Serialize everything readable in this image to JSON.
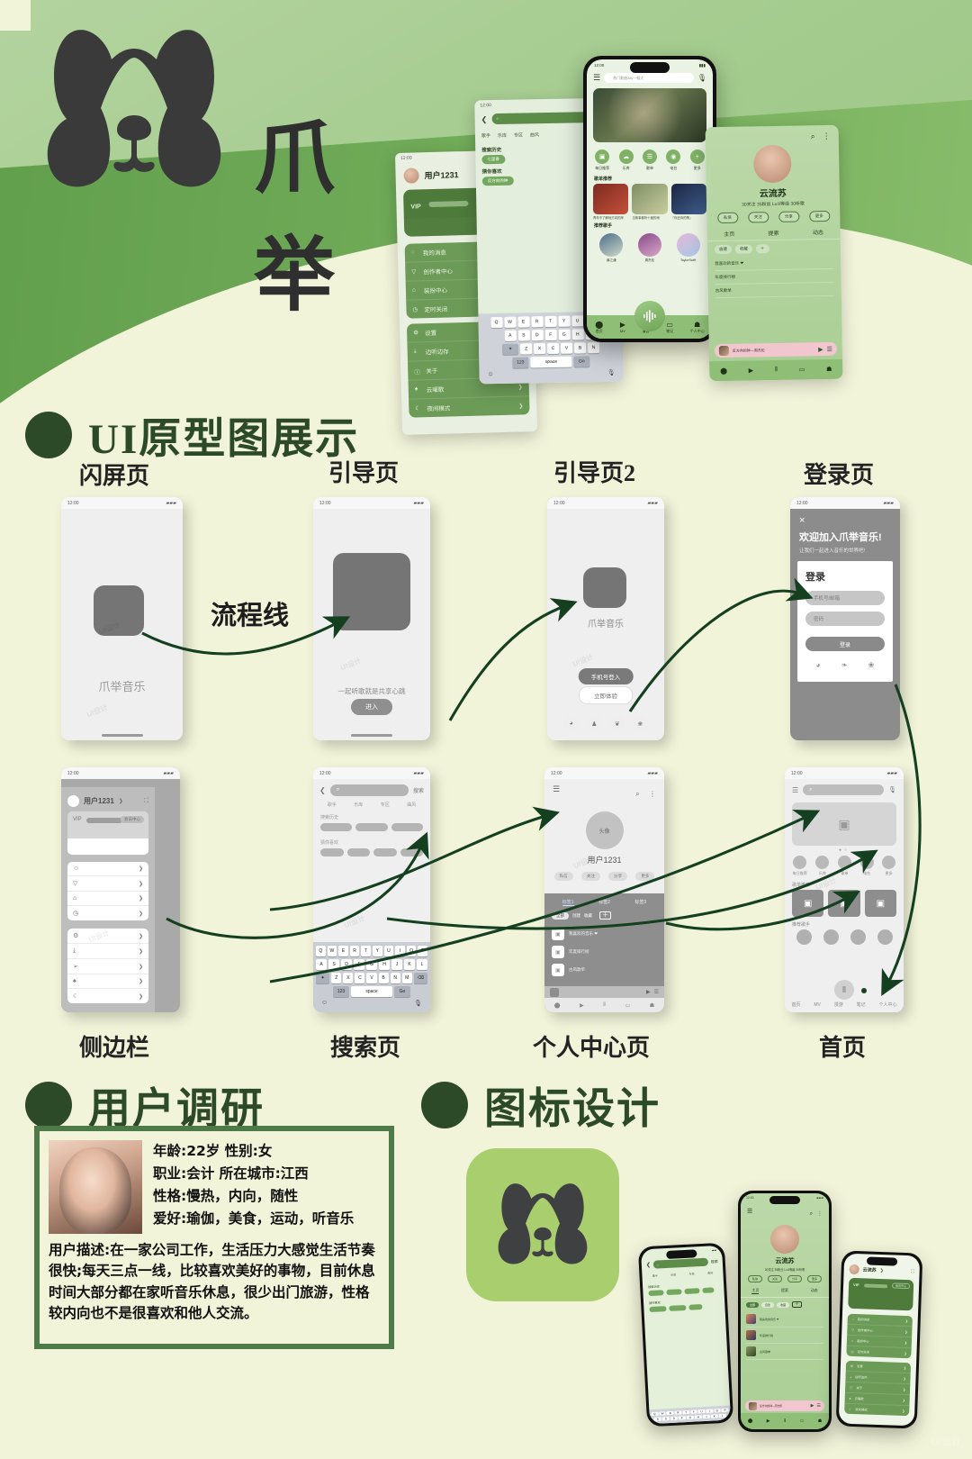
{
  "brand": {
    "logo_name": "panda-logo",
    "name_zh": "爪举",
    "app_name": "爪举音乐"
  },
  "colors": {
    "cream": "#F2F4DA",
    "green_dark": "#2D4A28",
    "green_mid": "#5E9C4A",
    "green_light": "#A9CE94",
    "icon_bg": "#A8CE6D",
    "panda": "#3A3A3A"
  },
  "sections": [
    {
      "id": "prototype",
      "title": "UI原型图展示"
    },
    {
      "id": "user_research",
      "title": "用户调研"
    },
    {
      "id": "icon_design",
      "title": "图标设计"
    }
  ],
  "flow_label": "流程线",
  "prototype": {
    "labels_row1": [
      "闪屏页",
      "引导页",
      "引导页2",
      "登录页"
    ],
    "labels_row2": [
      "侧边栏",
      "搜索页",
      "个人中心页",
      "首页"
    ],
    "splash": {
      "status_time": "12:00",
      "app_name": "爪举音乐"
    },
    "guide1": {
      "status_time": "12:00",
      "slogan": "一起听歌就是共享心跳",
      "enter_button": "进入"
    },
    "guide2": {
      "status_time": "12:00",
      "app_name": "爪举音乐",
      "phone_login": "手机号登入",
      "try_now": "立即体验",
      "social": [
        "wechat-icon",
        "qq-icon",
        "apple-icon",
        "weibo-icon"
      ]
    },
    "login": {
      "status_time": "12:00",
      "close": "×",
      "welcome": "欢迎加入爪举音乐!",
      "subtitle": "让我们一起进入音乐的世界吧!",
      "form_title": "登录",
      "account_placeholder": "手机号/邮箱",
      "password_placeholder": "密码",
      "submit": "登录",
      "social": [
        "wechat-icon",
        "qq-icon",
        "weibo-icon"
      ]
    },
    "sidebar": {
      "status_time": "12:00",
      "user": "用户1231",
      "vip_label": "VIP",
      "vip_button": "会员中心",
      "group1": [
        "我的消息",
        "创作者中心",
        "装扮中心",
        "定时关闭"
      ],
      "group2": [
        "设置",
        "边听边存",
        "关于",
        "云曜歌",
        "夜间模式"
      ]
    },
    "search": {
      "status_time": "12:00",
      "search_button": "搜索",
      "tabs": [
        "歌手",
        "乐库",
        "专区",
        "曲风"
      ],
      "hist_title": "搜索历史",
      "hot_title": "猜你喜欢"
    },
    "profile": {
      "status_time": "12:00",
      "avatar_label": "头像",
      "user": "用户1231",
      "actions": [
        "私信",
        "关注",
        "分享",
        "更多"
      ],
      "tabs": [
        "标签1",
        "标签2",
        "标签3"
      ],
      "subtabs": [
        "全部",
        "创建",
        "收藏"
      ],
      "items": [
        "我喜欢的音乐 ❤",
        "年度排行榜",
        "古风歌单"
      ]
    },
    "home": {
      "status_time": "12:00",
      "quick": [
        "每日推荐",
        "乐库",
        "歌单",
        "电台",
        "更多"
      ],
      "sec1": "歌单推荐",
      "sec2": "推荐歌手",
      "tabs": [
        "首页",
        "MV",
        "漫游",
        "笔记",
        "个人中心"
      ]
    }
  },
  "hero_phone": {
    "status_time": "12:00",
    "search_placeholder": "热门歌曲Jay一顿大",
    "quick": [
      "每日推荐",
      "乐库",
      "歌单",
      "电台",
      "更多"
    ],
    "sec1": "歌单推荐",
    "sec2": "推荐歌手",
    "cards": [
      "青年不了解地方向的岸",
      "当故事都听十届的雨",
      "「你还你的歌」"
    ],
    "artists": [
      "薛之谦",
      "周杰伦",
      "TaylorSwift"
    ],
    "tabs": [
      "首页",
      "MV",
      "漫游",
      "笔记",
      "个人中心"
    ]
  },
  "collage_profile": {
    "name": "云流苏",
    "stats": "30关注 35粉丝 Lv.8等级 30听歌",
    "actions": [
      "私信",
      "关注",
      "分享",
      "更多"
    ],
    "tabs": [
      "主页",
      "提索",
      "动态"
    ],
    "subtabs": [
      "自建",
      "收藏"
    ],
    "items": [
      "我喜欢的音乐 ❤",
      "年度排行榜",
      "古风歌单"
    ],
    "now_playing": "反方向的钟—周杰伦"
  },
  "collage_search": {
    "hist_title": "搜索历史",
    "hist_chips": [
      "七里香"
    ],
    "like_title": "猜你喜欢",
    "like_chips": [
      "反方向的钟"
    ],
    "tabs": [
      "歌手",
      "乐库",
      "专区",
      "曲风"
    ]
  },
  "user_research": {
    "fields": [
      "年龄:22岁  性别:女",
      "职业:会计  所在城市:江西",
      "性格:慢热，内向，随性",
      "爱好:瑜伽，美食，运动，听音乐"
    ],
    "description": "用户描述:在一家公司工作，生活压力大感觉生活节奏很快;每天三点一线，比较喜欢美好的事物，目前休息时间大部分都在家听音乐休息，很少出门旅游，性格较内向也不是很喜欢和他人交流。",
    "photo": "user-portrait"
  },
  "icon_design": {
    "icon_name": "panda-app-icon",
    "showcase_phones": [
      "search-page",
      "profile-page",
      "sidebar-page"
    ]
  },
  "watermark": "UI设计"
}
